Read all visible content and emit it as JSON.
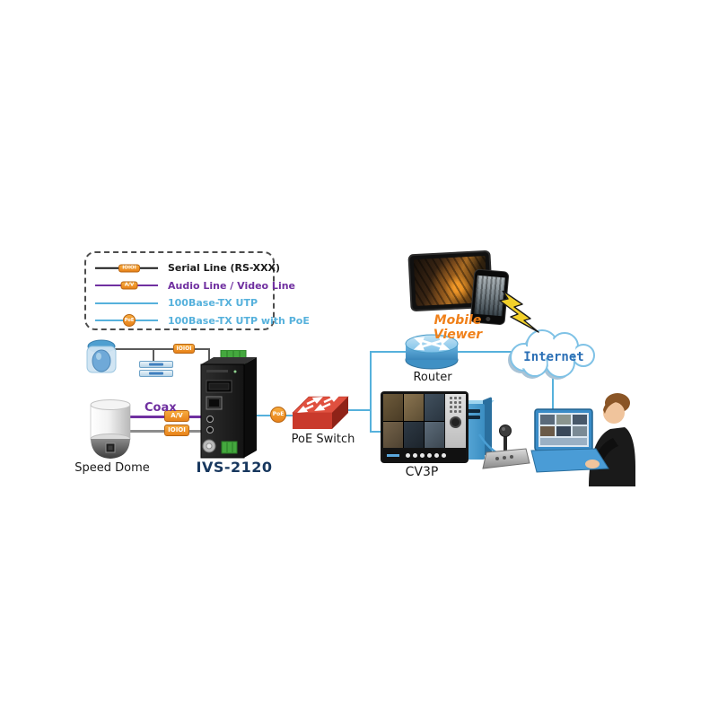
{
  "legend": {
    "items": [
      {
        "label": "Serial Line (RS-XXX)",
        "badge": "IOIOI",
        "color": "#1a1a1a"
      },
      {
        "label": "Audio Line / Video Line",
        "badge": "A/V",
        "color": "#7030a0"
      },
      {
        "label": "100Base-TX UTP",
        "badge": "",
        "color": "#56b1dc"
      },
      {
        "label": "100Base-TX UTP with PoE",
        "badge": "PoE",
        "color": "#56b1dc"
      }
    ]
  },
  "labels": {
    "speed_dome": "Speed Dome",
    "ivs": "IVS-2120",
    "coax": "Coax",
    "poe_switch": "PoE Switch",
    "router": "Router",
    "internet": "Internet",
    "mobile_viewer": "Mobile Viewer",
    "cv3p": "CV3P"
  },
  "badges": {
    "serial": "IOIOI",
    "av": "A/V",
    "poe": "PoE"
  },
  "colors": {
    "serial_line": "#1a1a1a",
    "diagram_serial_line": "#8c8c8c",
    "av_line": "#7030a0",
    "utp_line": "#56b1dc",
    "badge_orange": "#f0952c",
    "ivs_label": "#17375e",
    "mobile_viewer_label": "#f08019",
    "internet_text": "#2b6fb5",
    "coax_label": "#7030a0",
    "switch_red": "#c93a2c"
  }
}
